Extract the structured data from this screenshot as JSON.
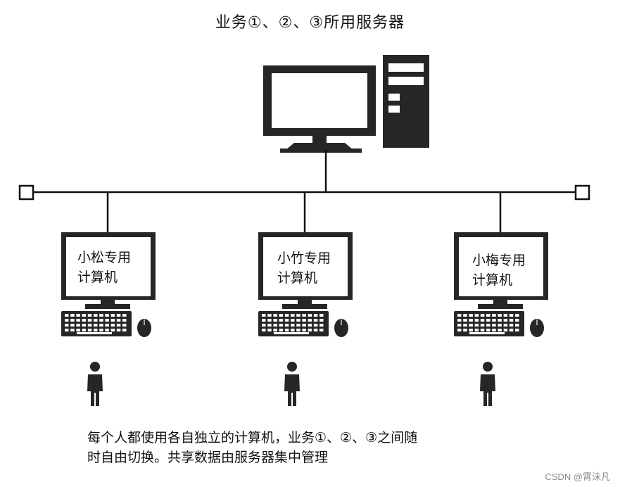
{
  "title": "业务①、②、③所用服务器",
  "clients": [
    {
      "line1": "小松专用",
      "line2": "计算机"
    },
    {
      "line1": "小竹专用",
      "line2": "计算机"
    },
    {
      "line1": "小梅专用",
      "line2": "计算机"
    }
  ],
  "caption": {
    "line1": "每个人都使用各自独立的计算机，业务①、②、③之间随",
    "line2": "时自由切换。共享数据由服务器集中管理"
  },
  "watermark": "CSDN @霄沫凡",
  "icons": [
    "server-computer-icon",
    "monitor-icon",
    "keyboard-icon",
    "mouse-icon",
    "person-icon",
    "terminator-icon"
  ]
}
